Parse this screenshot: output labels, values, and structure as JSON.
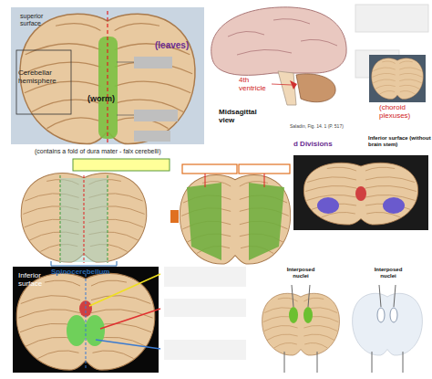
{
  "diagram": {
    "labels": [
      "superior surface",
      "(leaves)",
      "Cerebellar hemisphere",
      "(worm)",
      "(contains a fold of dura mater - falx cerebelli)",
      "4th ventricle",
      "Midsagittal view",
      "(choroid plexuses)",
      "Saladin, Fig. 14. 1 (P. 517)",
      "d Divisions",
      "Inferior surface (without brain stem)",
      "Spinocerebellum",
      "Inferior surface",
      "Interposed nuclei",
      "Interposed nuclei"
    ]
  }
}
